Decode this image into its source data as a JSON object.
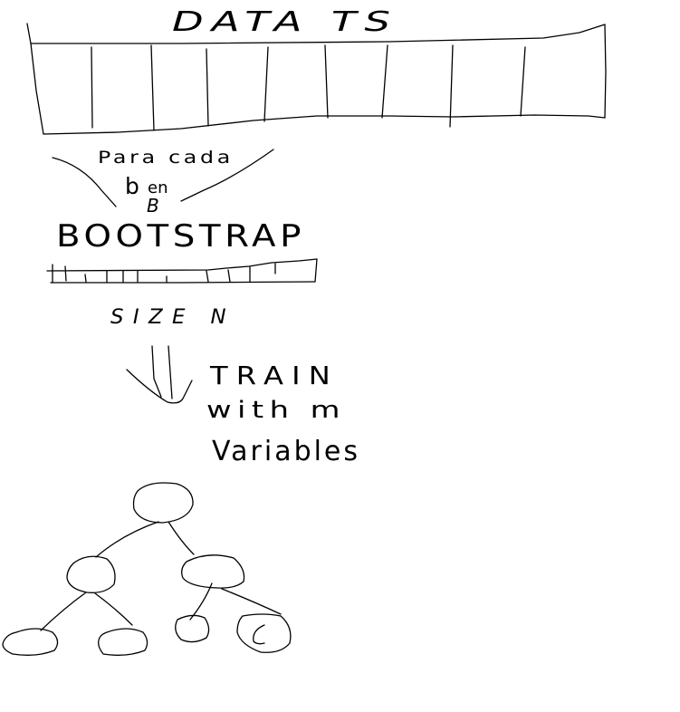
{
  "title": "DATA   TS",
  "loop_label_line1": "Para cada",
  "loop_label_b": "b",
  "loop_label_en": "en",
  "loop_label_B": "B",
  "bootstrap_label": "BOOTSTRAP",
  "size_label": "SIZE N",
  "train_line1": "TRAIN",
  "train_line2": "with m",
  "train_line3": "Variables"
}
